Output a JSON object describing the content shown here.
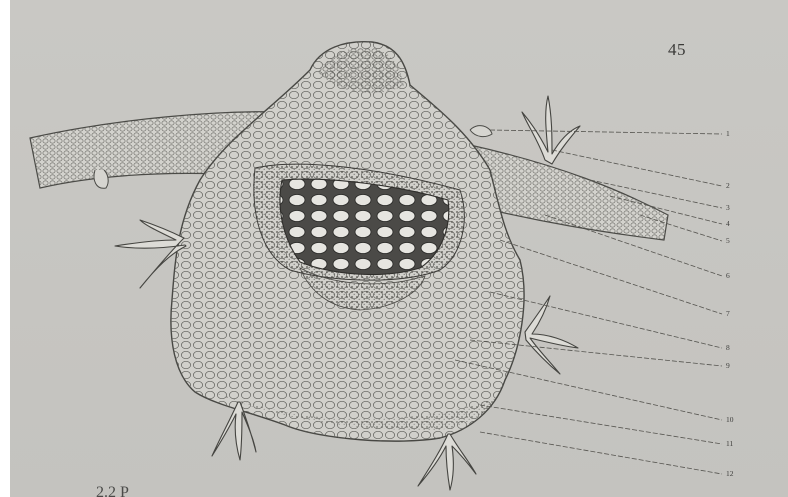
{
  "page": {
    "number": "45",
    "caption_fragment": "2.2  Р",
    "paper_color": "#c8c7c3",
    "ink_color": "#3a3a38"
  },
  "figure": {
    "subject": "leaf cross-section drawing with multicellular hairs and labelled leader lines",
    "labels": [
      "1",
      "2",
      "3",
      "4",
      "5",
      "6",
      "7",
      "8",
      "9",
      "10",
      "11",
      "12"
    ]
  }
}
